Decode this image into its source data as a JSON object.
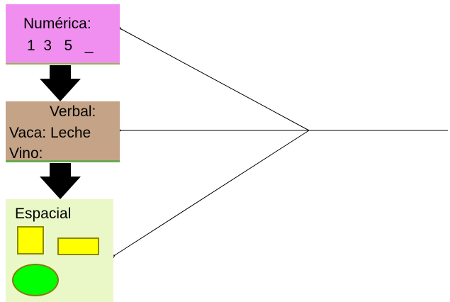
{
  "numeric": {
    "title": "Numérica:",
    "sequence": "1  3   5   _"
  },
  "verbal": {
    "title": "Verbal:",
    "line1": "Vaca: Leche",
    "line2": "Vino:"
  },
  "spatial": {
    "title": "Espacial"
  },
  "colors": {
    "numeric_box": "#f18ff0",
    "verbal_box": "#c4a386",
    "spatial_box": "#eaf8c8",
    "yellow_shape": "#ffff00",
    "green_shape": "#00ff00",
    "arrow": "#000000"
  }
}
